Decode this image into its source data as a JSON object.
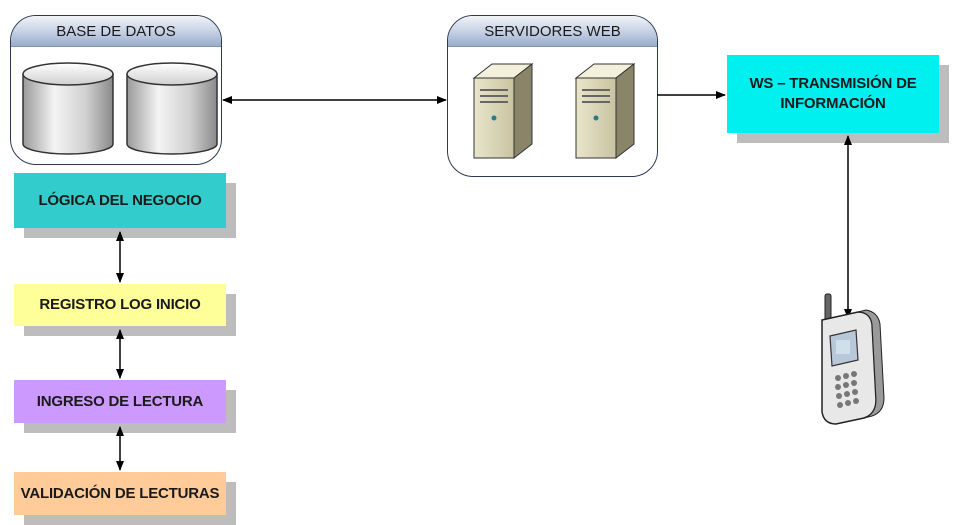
{
  "groups": {
    "database": {
      "title": "BASE DE DATOS"
    },
    "webservers": {
      "title": "SERVIDORES WEB"
    }
  },
  "boxes": {
    "ws": {
      "line1": "WS – TRANSMISIÓN DE",
      "line2": "INFORMACIÓN",
      "color": "#00f0f0"
    },
    "logic": {
      "label": "LÓGICA DEL NEGOCIO",
      "color": "#33cccc"
    },
    "log": {
      "label": "REGISTRO LOG INICIO",
      "color": "#ffff99"
    },
    "reading": {
      "label": "INGRESO DE LECTURA",
      "color": "#cc99ff"
    },
    "validation": {
      "label": "VALIDACIÓN DE LECTURAS",
      "color": "#ffcc99"
    }
  },
  "icons": [
    "database-cylinder-icon",
    "server-tower-icon",
    "mobile-phone-icon"
  ],
  "colors": {
    "shadow": "#bdbdbd",
    "group_border": "#2b3a55",
    "arrow": "#000000"
  }
}
